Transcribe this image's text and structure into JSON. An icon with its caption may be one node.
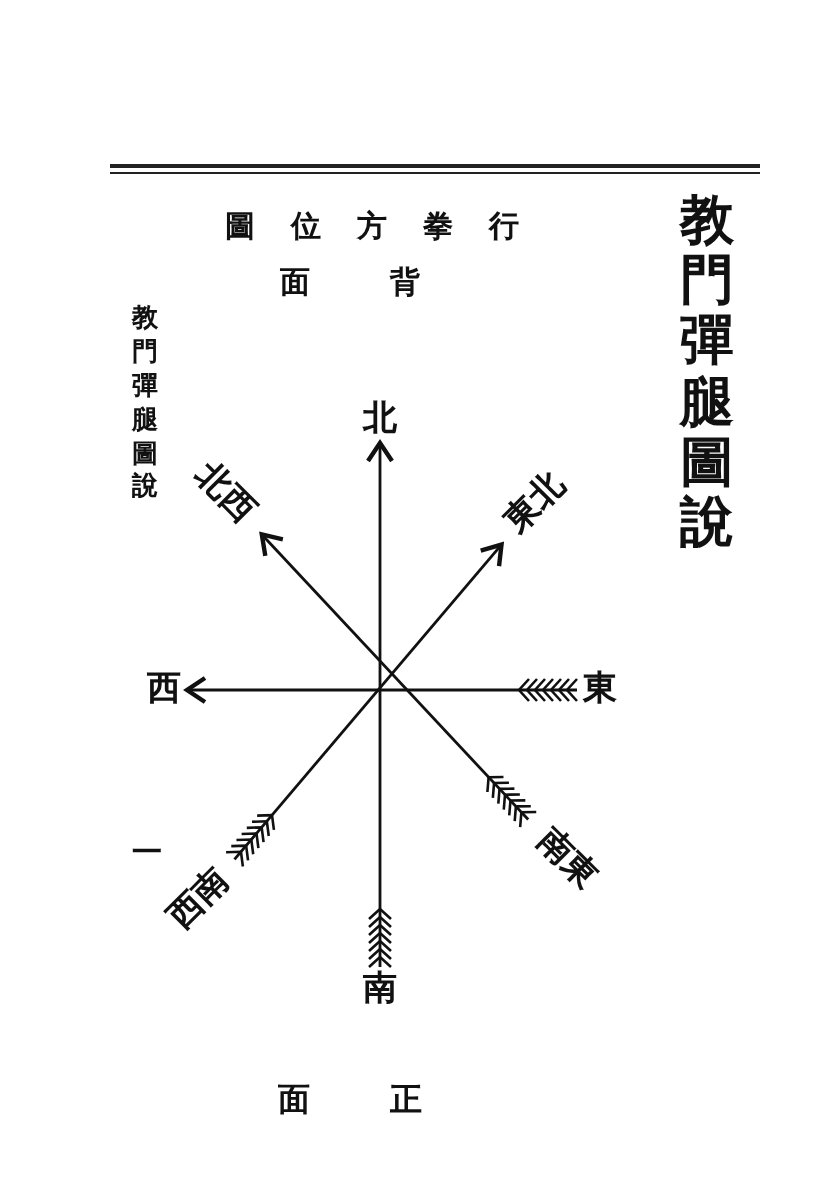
{
  "diagram": {
    "title": "圖位方拳行",
    "nodes": [
      {
        "text": [
          "北"
        ]
      },
      {
        "text": [
          "北西"
        ]
      },
      {
        "text": [
          "東北"
        ]
      },
      {
        "text": [
          "西"
        ]
      },
      {
        "text": [
          "東"
        ]
      },
      {
        "text": [
          "西南"
        ]
      },
      {
        "text": [
          "南東"
        ]
      },
      {
        "text": [
          "南"
        ]
      }
    ],
    "edges": [
      {
        "from": 4,
        "to": 3,
        "arrow": "to"
      },
      {
        "from": 6,
        "to": 1,
        "arrow": "to"
      },
      {
        "from": 7,
        "to": 0,
        "arrow": "to"
      },
      {
        "from": 5,
        "to": 2,
        "arrow": "to"
      }
    ],
    "labels": [
      "面背",
      "教門彈腿圖說",
      "教門彈腿圖說",
      "一",
      "面正"
    ]
  }
}
